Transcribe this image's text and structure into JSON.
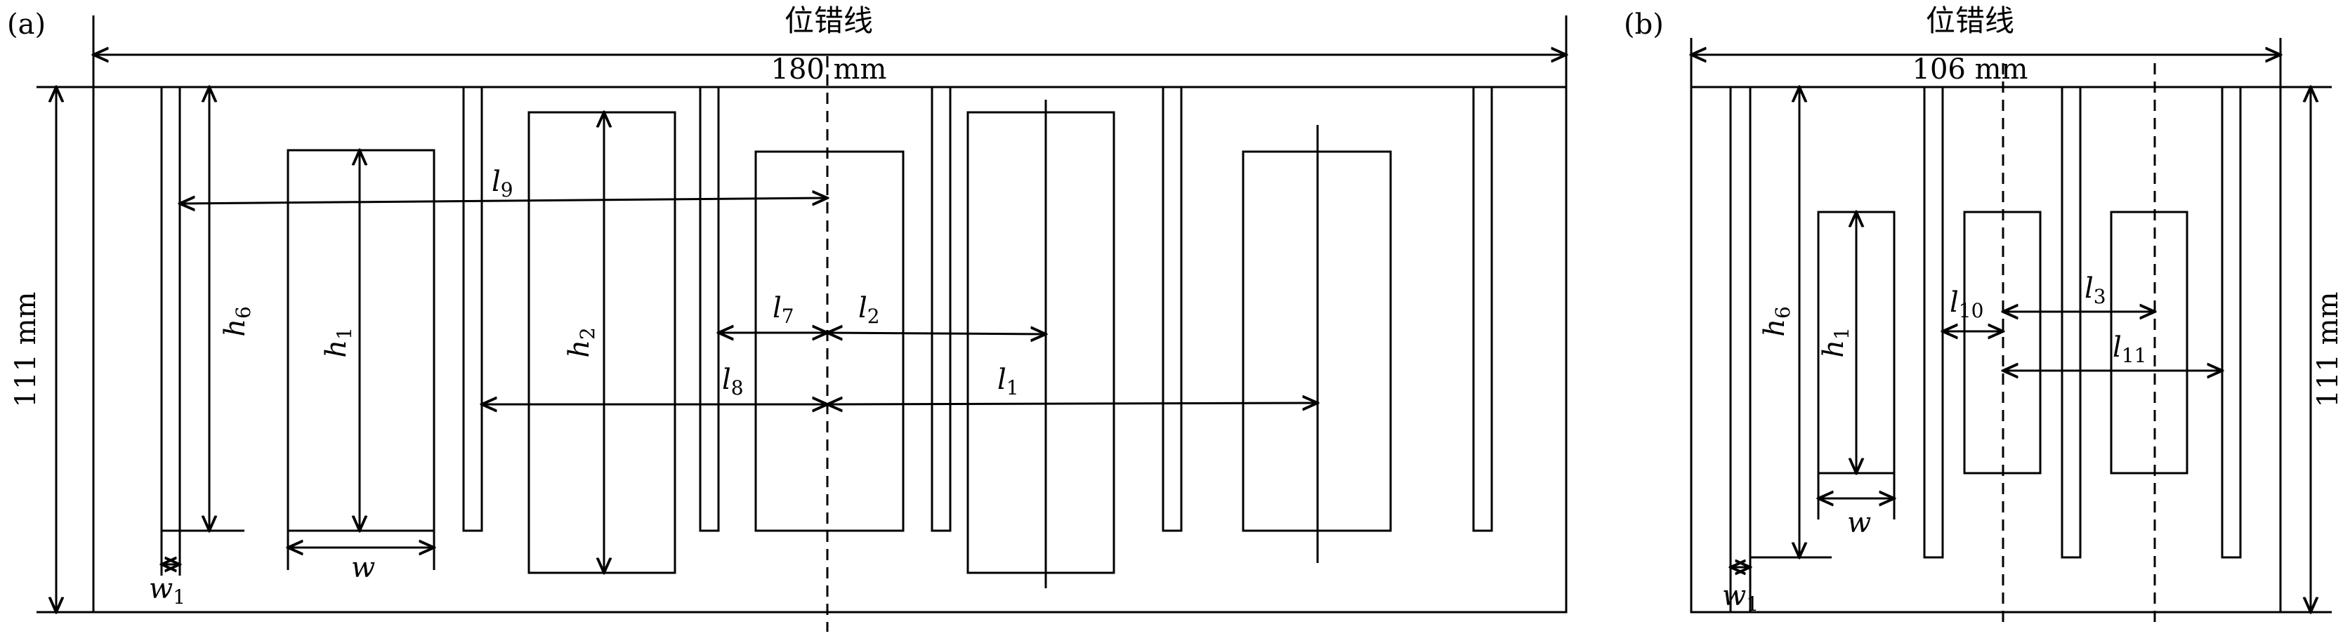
{
  "panel_a": {
    "tag": "(a)",
    "title": "位错线",
    "width_label": "180 mm",
    "height_label": "111 mm",
    "labels": {
      "l9": {
        "base": "l",
        "sub": "9"
      },
      "h6": {
        "base": "h",
        "sub": "6"
      },
      "h1": {
        "base": "h",
        "sub": "1"
      },
      "h2": {
        "base": "h",
        "sub": "2"
      },
      "l7": {
        "base": "l",
        "sub": "7"
      },
      "l2": {
        "base": "l",
        "sub": "2"
      },
      "l8": {
        "base": "l",
        "sub": "8"
      },
      "l1": {
        "base": "l",
        "sub": "1"
      },
      "w1": {
        "base": "w",
        "sub": "1"
      },
      "w": {
        "base": "w",
        "sub": ""
      }
    }
  },
  "panel_b": {
    "tag": "(b)",
    "title": "位错线",
    "width_label": "106 mm",
    "height_label": "111 mm",
    "labels": {
      "h6": {
        "base": "h",
        "sub": "6"
      },
      "h1": {
        "base": "h",
        "sub": "1"
      },
      "l10": {
        "base": "l",
        "sub": "10"
      },
      "l3": {
        "base": "l",
        "sub": "3"
      },
      "l11": {
        "base": "l",
        "sub": "11"
      },
      "w": {
        "base": "w",
        "sub": ""
      },
      "w1": {
        "base": "w",
        "sub": "1"
      }
    }
  }
}
